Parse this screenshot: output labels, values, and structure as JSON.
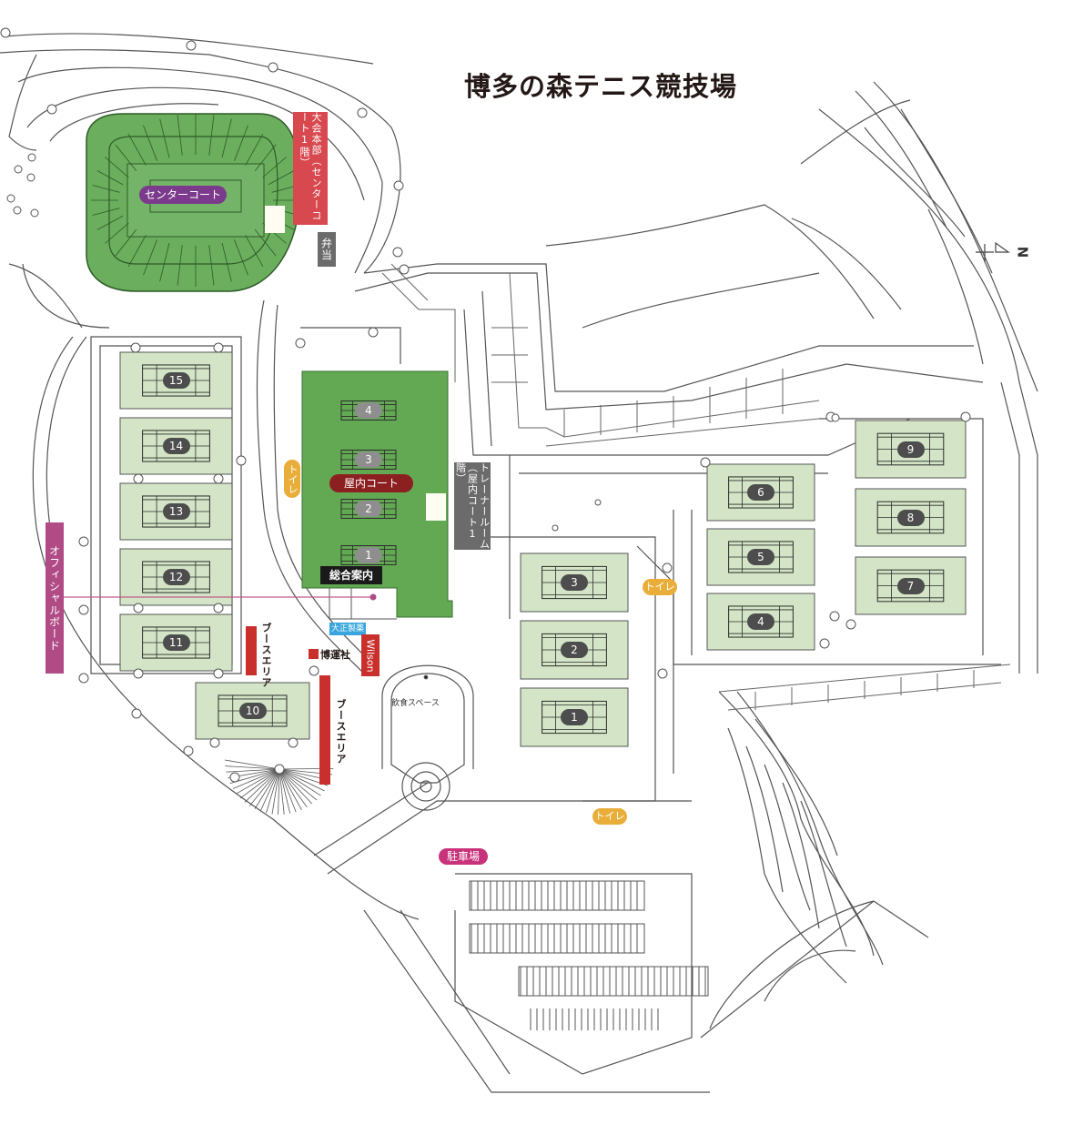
{
  "title": "博多の森テニス競技場",
  "compass": {
    "label": "N"
  },
  "colors": {
    "court_light": "#d3e5c6",
    "court_dark": "#63a954",
    "stadium": "#6aae5e",
    "headquarters": "#d8484f",
    "center_court_badge": "#7b3a8c",
    "indoor_badge": "#8c1f1f",
    "official_board": "#b04b86",
    "toilet": "#e9ae3a",
    "parking": "#c8327a",
    "booth": "#c9302c",
    "taisho": "#3aa6dd",
    "gray_label": "#6b6b6b",
    "info": "#1a1a1a"
  },
  "labels": {
    "center_court": "センターコート",
    "headquarters": "大会本部（センターコート1階）",
    "bento": "弁当",
    "indoor_court": "屋内コート",
    "trainer_room": "トレーナールーム（屋内コート1階）",
    "information": "総合案内",
    "official_board": "オフィシャルボード",
    "taisho": "大正製薬",
    "hakuunsha": "博運社",
    "wilson": "Wilson",
    "booth_area_1": "ブースエリア",
    "booth_area_2": "ブースエリア",
    "food_space": "飲食スペース",
    "parking": "駐車場",
    "toilet_1": "トイレ",
    "toilet_2": "トイレ",
    "toilet_3": "トイレ"
  },
  "courts": {
    "west": [
      "15",
      "14",
      "13",
      "12",
      "11",
      "10"
    ],
    "indoor": [
      "4",
      "3",
      "2",
      "1"
    ],
    "middle": [
      "3",
      "2",
      "1"
    ],
    "east_left": [
      "6",
      "5",
      "4"
    ],
    "east_right": [
      "9",
      "8",
      "7"
    ]
  }
}
